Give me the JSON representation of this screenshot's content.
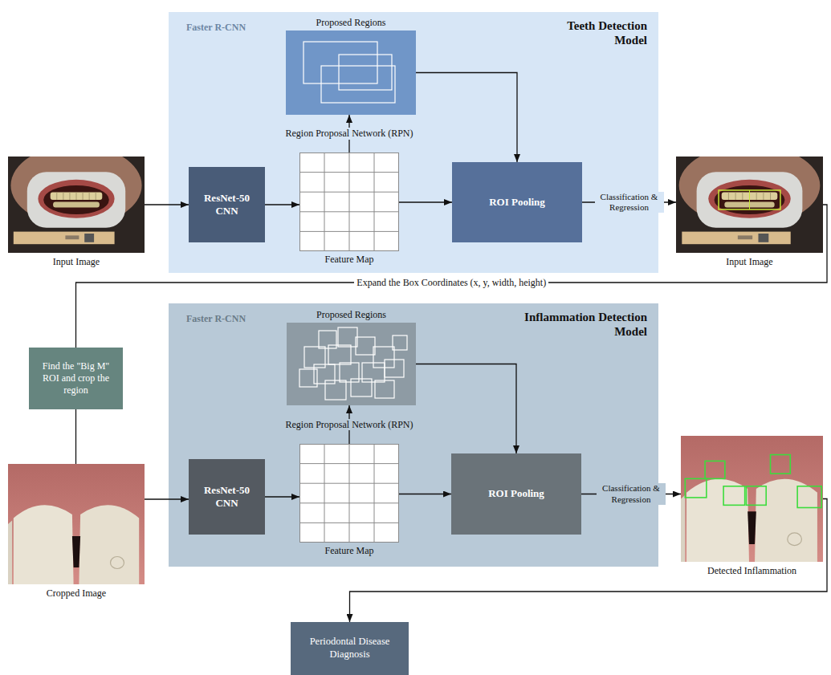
{
  "diagram": {
    "nodes": [
      {
        "text": [
          "Input Image"
        ]
      },
      {
        "text": [
          "Faster R-CNN",
          "Teeth Detection Model"
        ]
      },
      {
        "text": [
          "Proposed Regions"
        ],
        "in": 1
      },
      {
        "text": [
          "ResNet-50 CNN"
        ],
        "in": 1
      },
      {
        "text": [
          "Feature Map"
        ],
        "in": 1
      },
      {
        "text": [
          "ROI Pooling"
        ],
        "in": 1
      },
      {
        "text": [
          "Input Image"
        ]
      },
      {
        "text": [
          "Find the \"Big M\" ROI and crop the region"
        ]
      },
      {
        "text": [
          "Faster R-CNN",
          "Inflammation Detection Model"
        ]
      },
      {
        "text": [
          "Proposed Regions"
        ],
        "in": 8
      },
      {
        "text": [
          "ResNet-50 CNN"
        ],
        "in": 8
      },
      {
        "text": [
          "Feature Map"
        ],
        "in": 8
      },
      {
        "text": [
          "ROI Pooling"
        ],
        "in": 8
      },
      {
        "text": [
          "Cropped Image"
        ]
      },
      {
        "text": [
          "Detected Inflammation"
        ]
      },
      {
        "text": [
          "Periodontal Disease Diagnosis"
        ]
      }
    ],
    "edges": [
      {
        "from": 0,
        "to": 3,
        "arrow": "to"
      },
      {
        "from": 3,
        "to": 4,
        "arrow": "to"
      },
      {
        "from": 4,
        "to": 2,
        "arrow": "to",
        "label": "Region Proposal Network (RPN)"
      },
      {
        "from": 4,
        "to": 5,
        "arrow": "to"
      },
      {
        "from": 2,
        "to": 5,
        "arrow": "to"
      },
      {
        "from": 5,
        "to": 6,
        "arrow": "to",
        "label": "Classification & Regression"
      },
      {
        "from": 6,
        "to": 7,
        "arrow": "none",
        "label": "Expand the Box Coordinates (x, y, width, height)"
      },
      {
        "from": 7,
        "to": 13,
        "arrow": "none"
      },
      {
        "from": 13,
        "to": 10,
        "arrow": "to"
      },
      {
        "from": 10,
        "to": 11,
        "arrow": "to"
      },
      {
        "from": 11,
        "to": 9,
        "arrow": "to",
        "label": "Region Proposal Network (RPN)"
      },
      {
        "from": 11,
        "to": 12,
        "arrow": "to"
      },
      {
        "from": 9,
        "to": 12,
        "arrow": "to"
      },
      {
        "from": 12,
        "to": 14,
        "arrow": "to",
        "label": "Classification & Regression"
      },
      {
        "from": 14,
        "to": 15,
        "arrow": "to"
      }
    ]
  }
}
